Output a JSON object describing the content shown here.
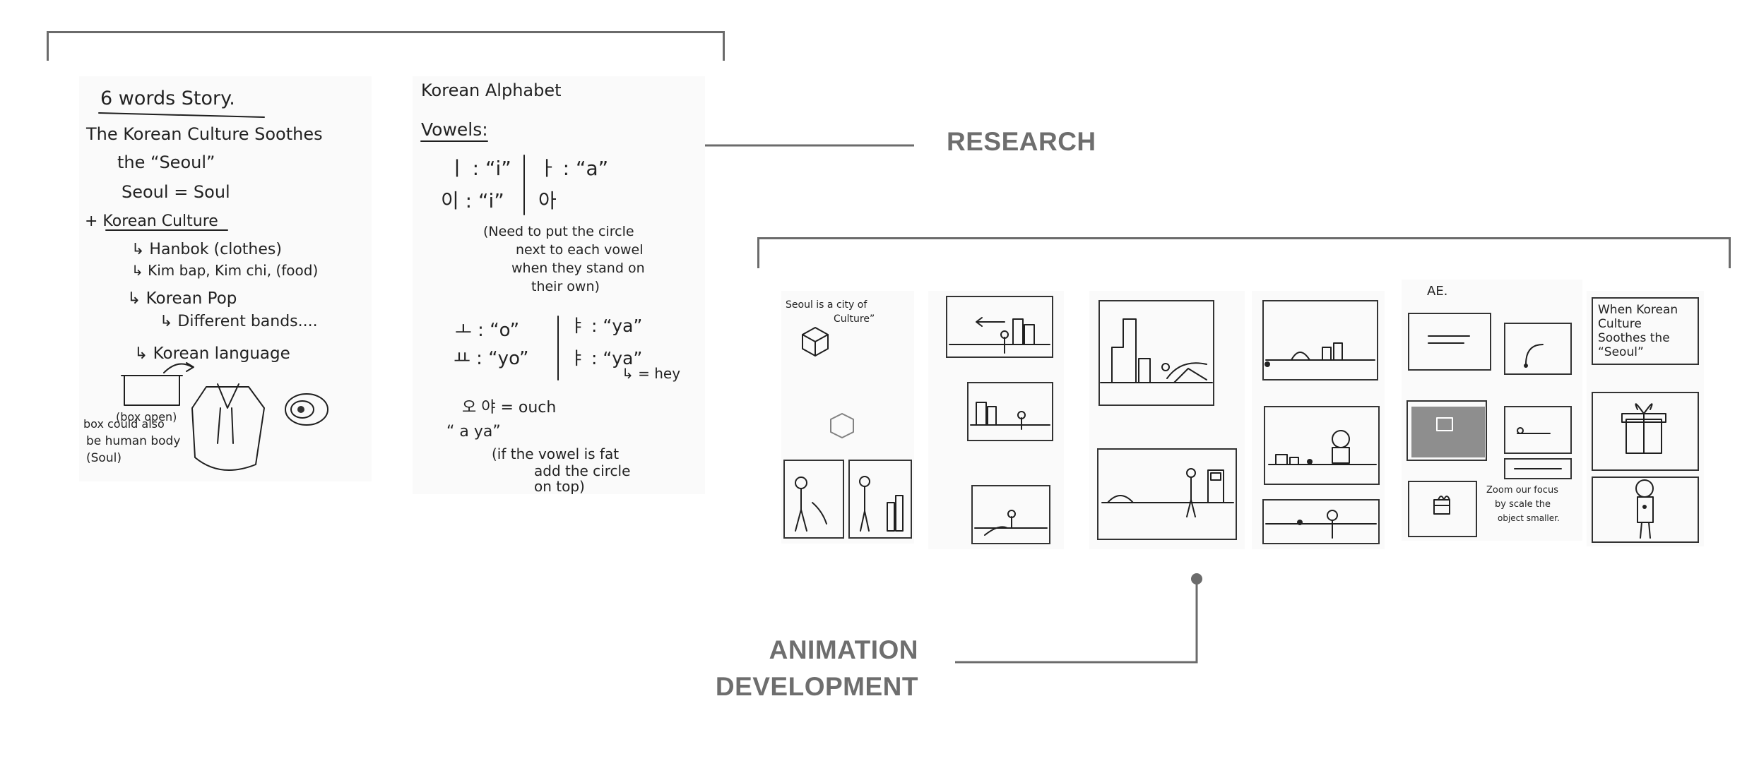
{
  "labels": {
    "research": "RESEARCH",
    "animation_line1": "ANIMATION",
    "animation_line2": "DEVELOPMENT"
  },
  "research_note_left": {
    "title": "6 words Story.",
    "lines": [
      "The Korean Culture Soothes",
      "the “Seoul”",
      "Seoul = Soul",
      "+ Korean Culture",
      "↳ Hanbok (clothes)",
      "↳ Kim bap, Kim chi, (food)",
      "↳ Korean Pop",
      "↳ Different bands....",
      "↳ Korean language"
    ],
    "caption_box": "(box open)",
    "caption_lines": [
      "box could also",
      "be human body",
      "(Soul)"
    ]
  },
  "research_note_right": {
    "title": "Korean Alphabet",
    "subtitle": "Vowels:",
    "row1_left": "ㅣ : “i”",
    "row1_right": "ㅏ : “a”",
    "row2_left": "이 : “i”",
    "row2_right": "아",
    "note1": [
      "(Need to put the circle",
      "next to each vowel",
      "when they stand on",
      "their own)"
    ],
    "row3_left": "ㅗ : “o”",
    "row3_right": "ㅑ : “ya”",
    "row4_left": "ㅛ : “yo”",
    "row4_right": "ㅑ : “ya”",
    "row4_note": "↳ = hey",
    "row5": "오 야 = ouch",
    "row6": "“ a ya”",
    "note2": [
      "(if the vowel is fat",
      "add the circle",
      "on top)"
    ]
  },
  "storyboard": {
    "p1_caption": [
      "Seoul is a city of",
      "Culture”"
    ],
    "p6_header": "AE.",
    "p6_caption": [
      "Zoom our focus",
      "by scale the",
      "object smaller."
    ],
    "p7_caption": [
      "When Korean",
      "Culture",
      "Soothes the",
      "“Seoul”"
    ]
  }
}
